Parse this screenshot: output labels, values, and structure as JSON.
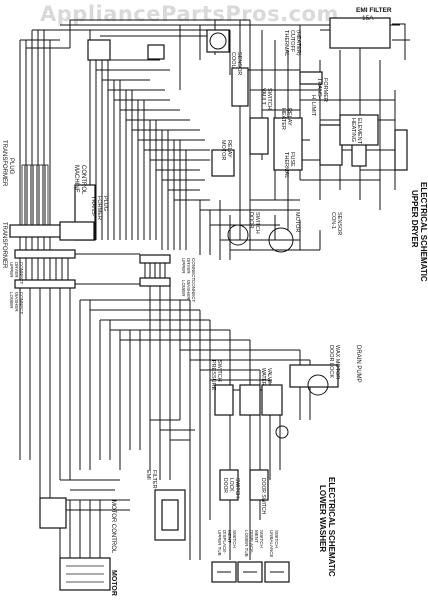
{
  "watermark": "AppliancePartsPros.com",
  "titles": {
    "upper": [
      "UPPER DRYER",
      "ELECTRICAL SCHEMATIC"
    ],
    "lower": [
      "LOWER WASHER",
      "ELECTRICAL SCHEMATIC"
    ]
  },
  "components": {
    "emi_filter": [
      "EMI FILTER",
      "15A"
    ],
    "thermal_cutoff": [
      "THERMAL",
      "CUTOFF",
      "(HEATER)"
    ],
    "transformer_right": [
      "TRANS-",
      "FORMER"
    ],
    "transformer_plug": [
      "TRANSFORMER",
      "PLUG"
    ],
    "transformer": "TRANSFORMER",
    "machine_control": [
      "MACHINE",
      "CONTROL"
    ],
    "transformer_plug2": [
      "TRANS-",
      "FORMER",
      "PLUG"
    ],
    "cool_sensor": [
      "COOL",
      "SENSOR"
    ],
    "vault_switch": [
      "VAULT",
      "SWITCH"
    ],
    "heater_relay": [
      "HEATER",
      "RELAY"
    ],
    "motor_relay": [
      "MOTOR",
      "RELAY"
    ],
    "thermal_fuse": [
      "THERMAL",
      "FUSE"
    ],
    "hi_limit": [
      "HI LIMIT"
    ],
    "heating_element": [
      "HEATING",
      "ELEMENT"
    ],
    "door_switch": [
      "DOOR",
      "SWITCH"
    ],
    "motor_upper": "MOTOR",
    "con_sensor": [
      "CON-1",
      "SENSOR"
    ],
    "pressure_switch": [
      "PRESSURE",
      "SWITCH"
    ],
    "water_valve": [
      "WATER",
      "VALVE"
    ],
    "door_lock_wax_motor": [
      "DOOR LOCK",
      "WAX MOTOR"
    ],
    "drain_pump": "DRAIN PUMP",
    "emi_filter_lower": [
      "EMI",
      "FILTER"
    ],
    "door_lock_switch": [
      "DOOR",
      "LOCK",
      "SWITCH"
    ],
    "door_switch_lower": [
      "DOOR SWITCH"
    ],
    "motor_control": "MOTOR CONTROL",
    "upper_tub_displacement": [
      "UPPER TUB",
      "DISPLACE-",
      "MENT",
      "SWITCH"
    ],
    "lower_tub_displacement": [
      "LOWER TUB",
      "DISPLACE-",
      "MENT",
      "SWITCH"
    ],
    "unbalance_switch": [
      "UNBALANCE",
      "SWITCH"
    ],
    "motor_lower": "MOTOR"
  },
  "connectors": {
    "upper_dryer_plug": [
      "UPPER",
      "DRYER",
      "CONNECT",
      "PLUG (P3)"
    ],
    "lower_washer_plug": [
      "LOWER",
      "WASHER",
      "CONNECT",
      "PLUG (P1)"
    ],
    "upper_plug_right": [
      "UPPER",
      "DRYER",
      "CONNECT",
      "PLUG (J3)"
    ],
    "lower_plug_right": [
      "LOWER",
      "WASHER",
      "CONNECT",
      "PLUG (J1)"
    ]
  }
}
